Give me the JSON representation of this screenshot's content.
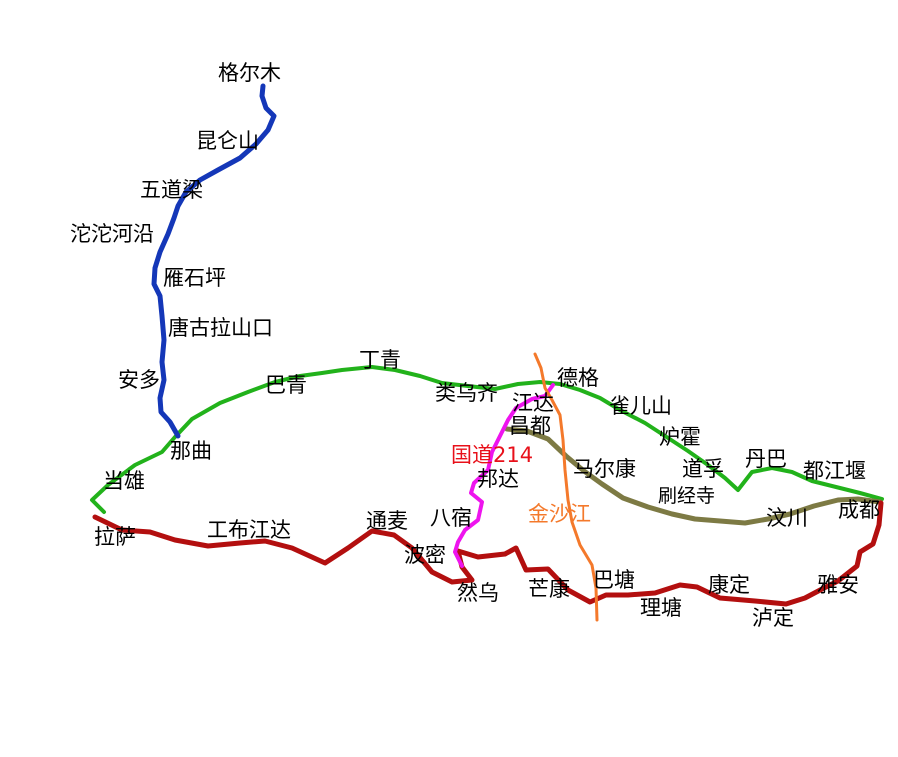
{
  "colors": {
    "qinghai_tibet_road": "#1437b8",
    "northern_sichuan_tibet_road": "#22b21b",
    "southern_sichuan_tibet_road": "#b30f0f",
    "national_road_214": "#ee14ee",
    "middle_road": "#7d7a44",
    "jinsha_river": "#f4792b",
    "national_road_214_label": "#e8101a",
    "jinsha_river_label": "#f4792b"
  },
  "labels": {
    "geermu": "格尔木",
    "kunlunshan": "昆仑山",
    "wudaoliang": "五道梁",
    "tuotuoheyan": "沱沱河沿",
    "yanshiping": "雁石坪",
    "tangulashankou": "唐古拉山口",
    "anduo": "安多",
    "naqu": "那曲",
    "dangxiong": "当雄",
    "lasa": "拉萨",
    "baqing": "巴青",
    "dingqing": "丁青",
    "leiwuqi": "类乌齐",
    "jiangda": "江达",
    "dege": "德格",
    "queershan": "雀儿山",
    "changdu": "昌都",
    "luhuo": "炉霍",
    "guodao214": "国道214",
    "bangda": "邦达",
    "maerkang": "马尔康",
    "daofu": "道孚",
    "danba": "丹巴",
    "dujiangyan": "都江堰",
    "shuajingsi": "刷经寺",
    "wenchuan": "汶川",
    "chengdu": "成都",
    "jinshajiang": "金沙江",
    "basu": "八宿",
    "tongmai": "通麦",
    "gongbujiangda": "工布江达",
    "bomi": "波密",
    "ranwu": "然乌",
    "mangkang": "芒康",
    "batang": "巴塘",
    "litang": "理塘",
    "kangding": "康定",
    "yaan": "雅安",
    "luding": "泸定"
  }
}
